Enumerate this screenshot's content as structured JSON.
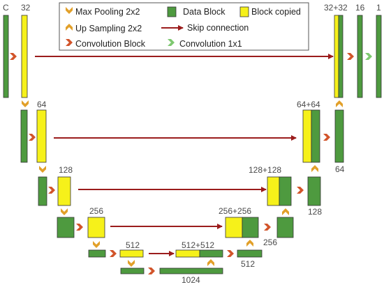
{
  "legend": {
    "max_pool": "Max Pooling 2x2",
    "up_sampling": "Up Sampling 2x2",
    "convolution_block": "Convolution Block",
    "data_block": "Data Block",
    "block_copied": "Block copied",
    "skip_connection": "Skip connection",
    "convolution_1x1": "Convolution 1x1"
  },
  "labels": {
    "input_c": "C",
    "enc1": "32",
    "enc2": "64",
    "enc3": "128",
    "enc4": "256",
    "enc5": "512",
    "bottleneck": "1024",
    "dec_concat_4": "512+512",
    "dec_out_4": "512",
    "dec_concat_3": "256+256",
    "dec_out_3": "256",
    "dec_concat_2": "128+128",
    "dec_out_2": "128",
    "dec_concat_1": "64+64",
    "dec_out_1": "64",
    "dec_concat_0": "32+32",
    "dec_out_0": "16",
    "output": "1"
  },
  "colors": {
    "data_block": "#4e9a3f",
    "copied_block": "#f6f11a",
    "arrow": "#9b1c1c",
    "maxpool_icon": "#e2a02a",
    "conv_icon": "#d2542a",
    "conv1x1_icon": "#7ec870",
    "border": "#333333"
  }
}
